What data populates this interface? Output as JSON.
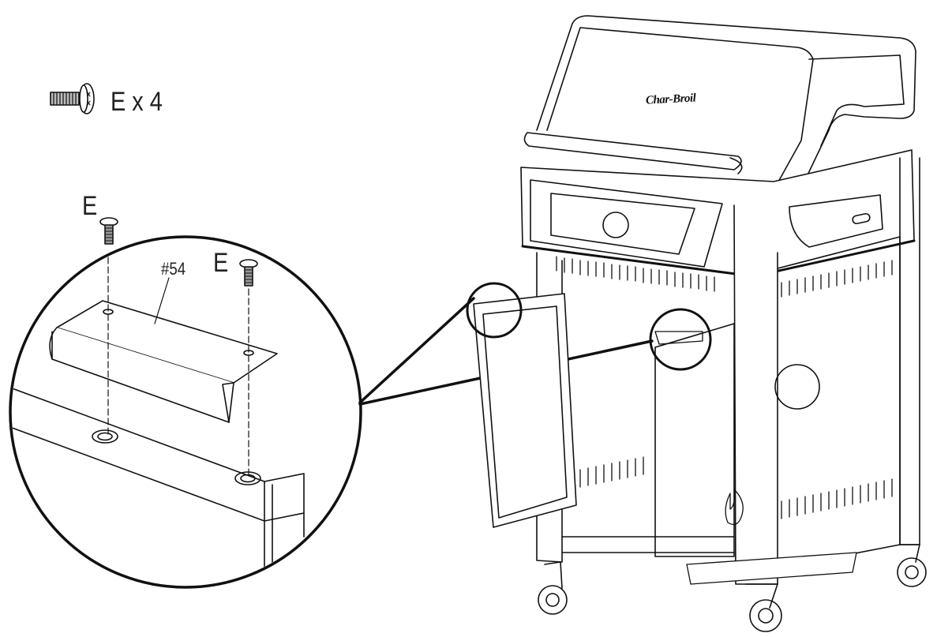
{
  "legend": {
    "quantity_label": "E x 4"
  },
  "callouts": {
    "screw_e_left": "E",
    "screw_e_right": "E",
    "part_number": "#54"
  },
  "product": {
    "brand_logo": "Char-Broil"
  },
  "icons": {
    "screw": "screw-icon",
    "grill": "gas-grill-illustration"
  }
}
